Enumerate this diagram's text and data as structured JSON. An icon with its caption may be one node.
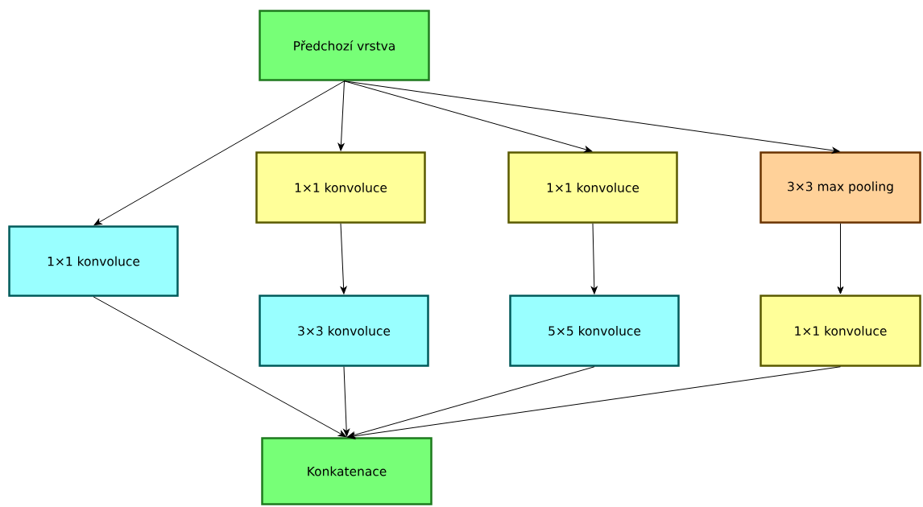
{
  "diagram": {
    "nodes": [
      {
        "text": [
          "Předchozí vrstva"
        ]
      },
      {
        "text": [
          "1×1 konvoluce"
        ]
      },
      {
        "text": [
          "1×1 konvoluce"
        ]
      },
      {
        "text": [
          "3×3 max pooling"
        ]
      },
      {
        "text": [
          "1×1 konvoluce"
        ]
      },
      {
        "text": [
          "3×3 konvoluce"
        ]
      },
      {
        "text": [
          "5×5 konvoluce"
        ]
      },
      {
        "text": [
          "1×1 konvoluce"
        ]
      },
      {
        "text": [
          "Konkatenace"
        ]
      }
    ],
    "edges": [
      {
        "from": 0,
        "to": 4,
        "arrow": "to"
      },
      {
        "from": 0,
        "to": 1,
        "arrow": "to"
      },
      {
        "from": 0,
        "to": 2,
        "arrow": "to"
      },
      {
        "from": 0,
        "to": 3,
        "arrow": "to"
      },
      {
        "from": 1,
        "to": 5,
        "arrow": "to"
      },
      {
        "from": 2,
        "to": 6,
        "arrow": "to"
      },
      {
        "from": 3,
        "to": 7,
        "arrow": "to"
      },
      {
        "from": 4,
        "to": 8,
        "arrow": "to"
      },
      {
        "from": 5,
        "to": 8,
        "arrow": "to"
      },
      {
        "from": 6,
        "to": 8,
        "arrow": "to"
      },
      {
        "from": 7,
        "to": 8,
        "arrow": "to"
      }
    ]
  }
}
